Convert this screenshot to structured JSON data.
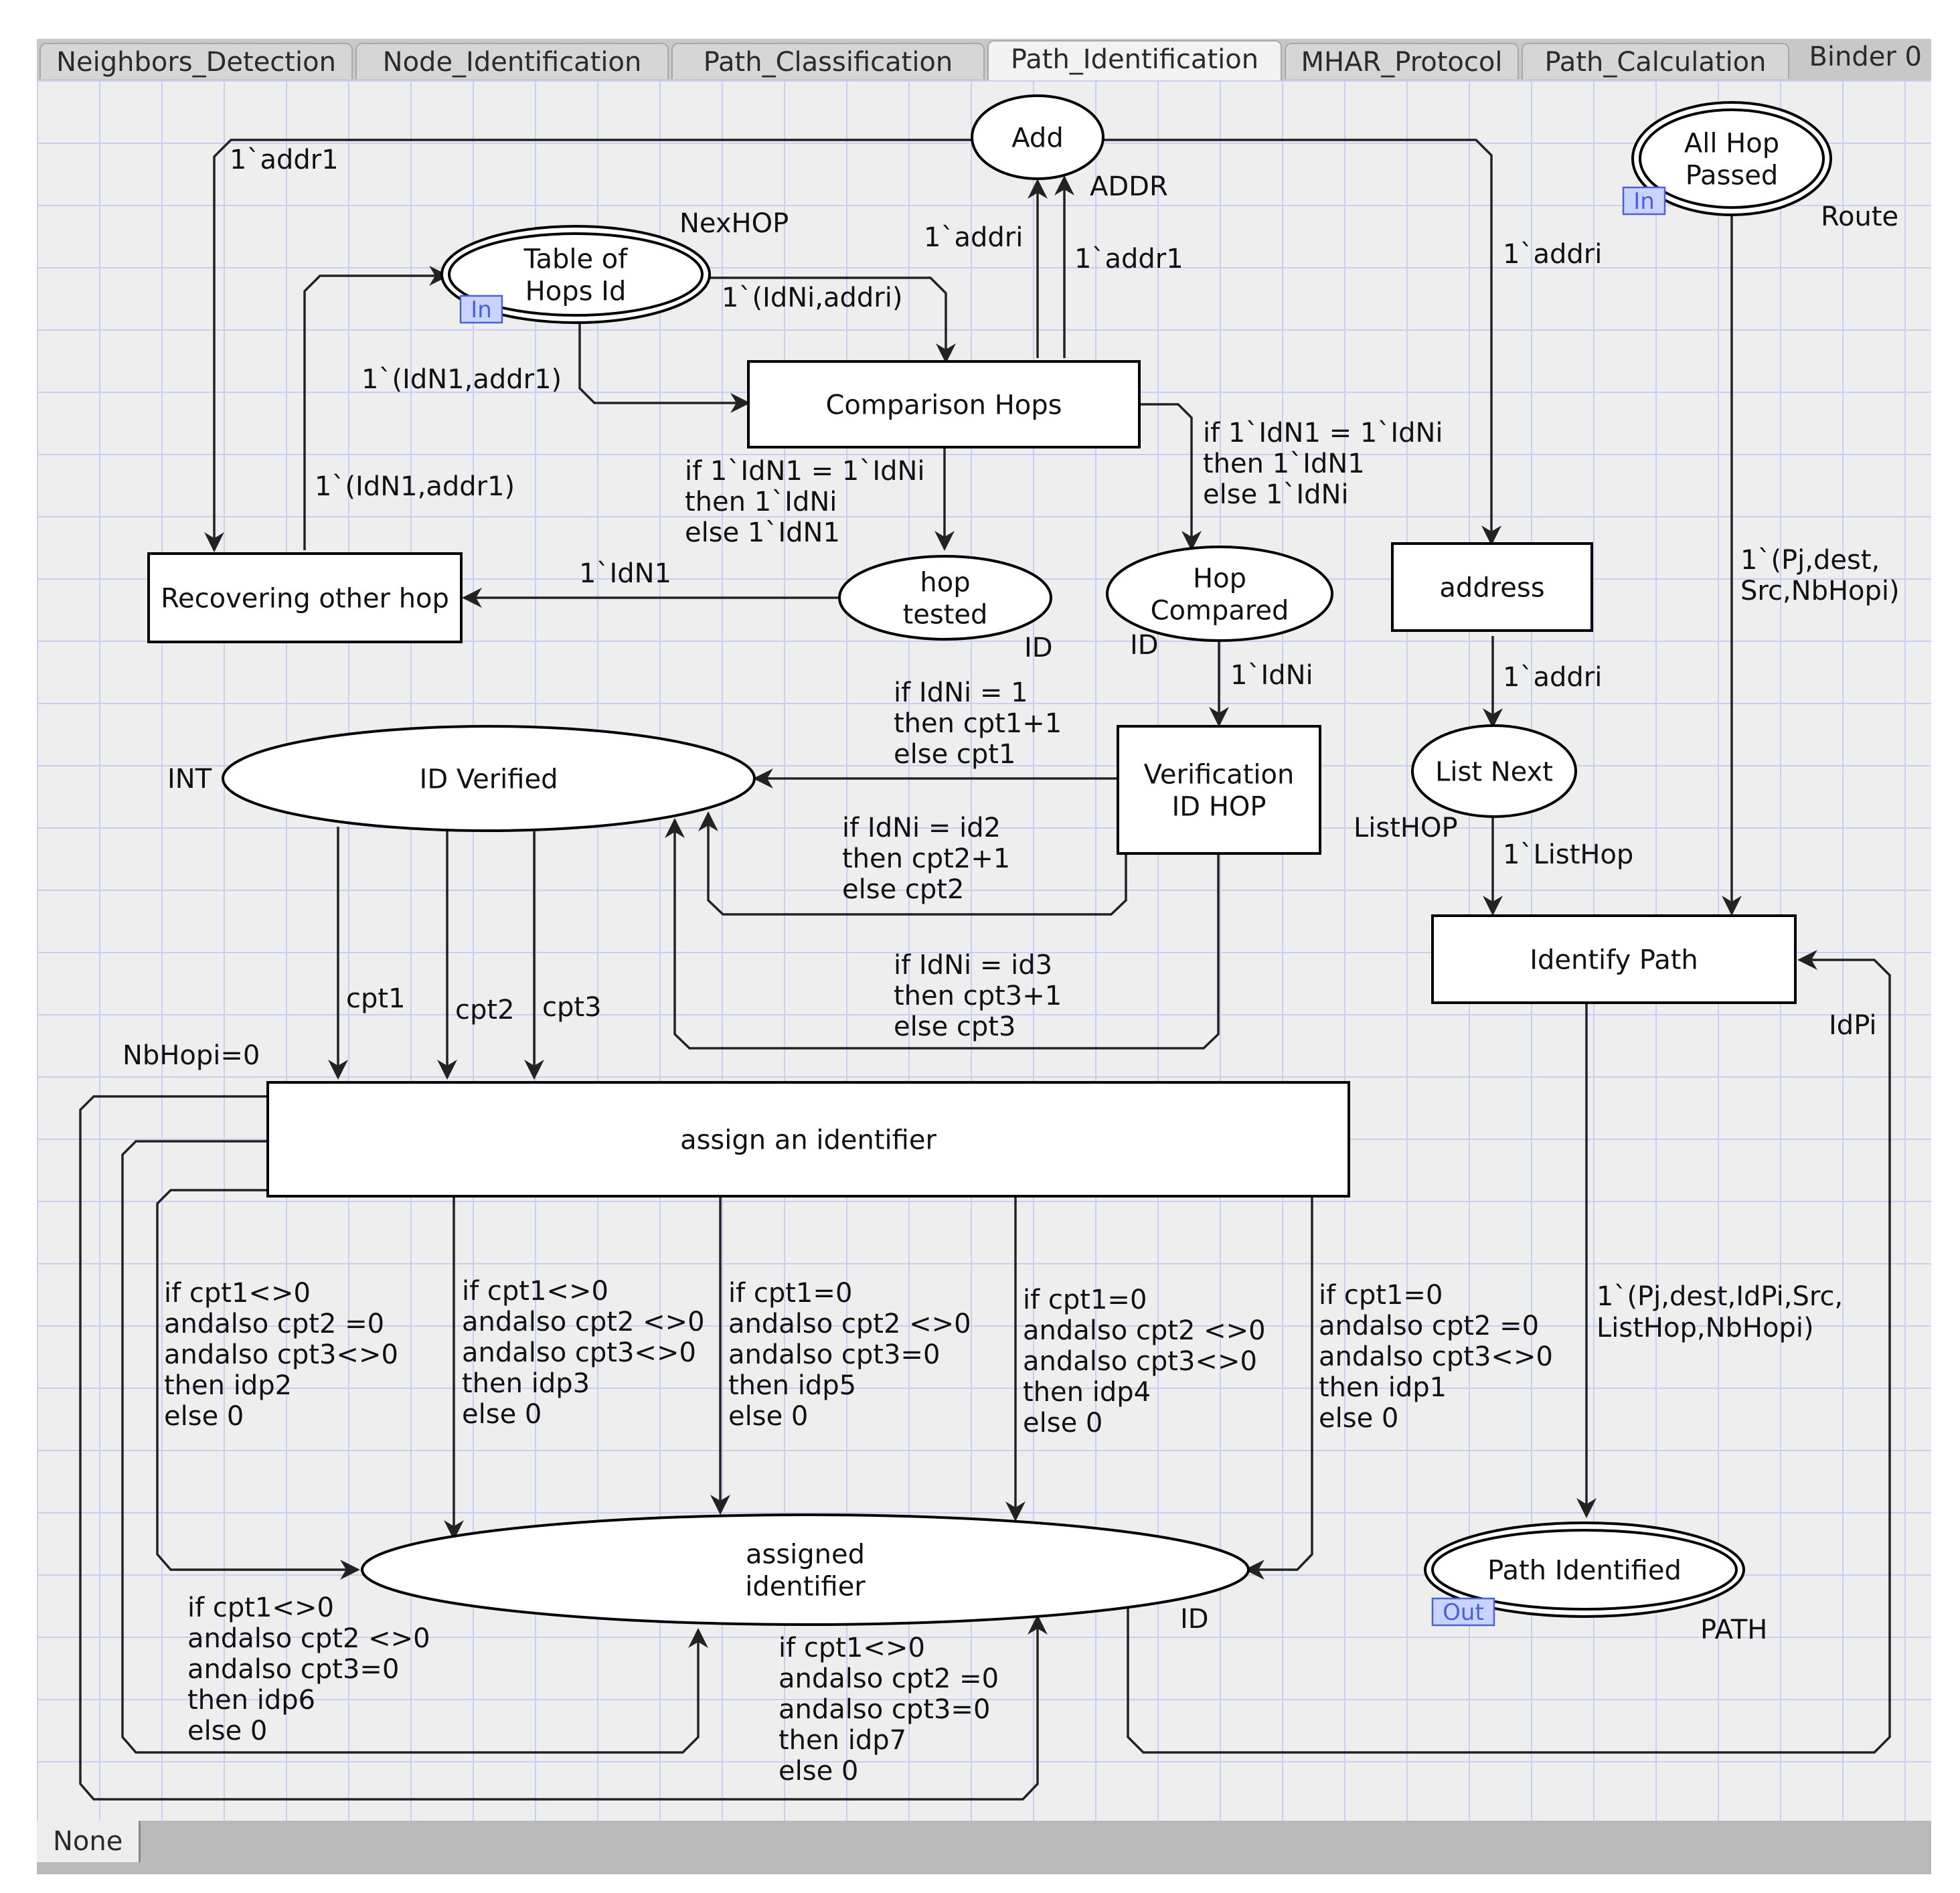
{
  "tabs": [
    "Neighbors_Detection",
    "Node_Identification",
    "Path_Classification",
    "Path_Identification",
    "MHAR_Protocol",
    "Path_Calculation"
  ],
  "active_tab": "Path_Identification",
  "binder_label": "Binder 0",
  "status_tab": "None",
  "places": {
    "add": {
      "label": "Add",
      "colorset": "ADDR"
    },
    "all_hop_passed": {
      "label": [
        "All Hop",
        "Passed"
      ],
      "port": "In",
      "colorset": "Route"
    },
    "table_hops": {
      "label": [
        "Table of",
        "Hops Id"
      ],
      "port": "In",
      "colorset": "NexHOP"
    },
    "hop_tested": {
      "label": [
        "hop",
        "tested"
      ],
      "colorset": "ID"
    },
    "hop_compared": {
      "label": [
        "Hop",
        "Compared"
      ],
      "colorset": "ID"
    },
    "id_verified": {
      "label": "ID Verified",
      "colorset": "INT"
    },
    "list_next": {
      "label": "List Next",
      "colorset": "ListHOP"
    },
    "assigned_identifier": {
      "label": [
        "assigned",
        "identifier"
      ],
      "colorset": "ID"
    },
    "path_identified": {
      "label": "Path Identified",
      "port": "Out",
      "colorset": "PATH"
    }
  },
  "transitions": {
    "comparison_hops": "Comparison Hops",
    "recovering": "Recovering other hop",
    "address": "address",
    "verification": [
      "Verification",
      "ID HOP"
    ],
    "identify_path": "Identify Path",
    "assign": "assign an identifier"
  },
  "arc_labels": {
    "add_to_recovering": [
      "1`addr1"
    ],
    "table_to_comparison": [
      "1`(IdNi,addri)"
    ],
    "comparison_table_in": [
      "1`(IdN1,addr1)"
    ],
    "comparison_to_add_i": [
      "1`addri"
    ],
    "comparison_to_add_1": [
      "1`addr1"
    ],
    "add_to_address": [
      "1`addri"
    ],
    "recovering_to_table": [
      "1`(IdN1,addr1)"
    ],
    "comparison_to_hop_tested": [
      "if 1`IdN1 = 1`IdNi",
      "then 1`IdNi",
      "else 1`IdN1"
    ],
    "comparison_to_hop_compared": [
      "if 1`IdN1 = 1`IdNi",
      "then 1`IdN1",
      "else 1`IdNi"
    ],
    "hop_tested_to_recovering": [
      "1`IdN1"
    ],
    "hop_compared_to_verification": [
      "1`IdNi"
    ],
    "address_to_list_next": [
      "1`addri"
    ],
    "list_next_to_identify": [
      "1`ListHop"
    ],
    "route_to_identify": [
      "1`(Pj,dest,",
      "Src,NbHopi)"
    ],
    "verification_cpt1": [
      "if IdNi = 1",
      "then cpt1+1",
      "else cpt1"
    ],
    "verification_cpt2": [
      "if IdNi = id2",
      "then cpt2+1",
      "else cpt2"
    ],
    "verification_cpt3": [
      "if IdNi = id3",
      "then cpt3+1",
      "else cpt3"
    ],
    "cpt1": [
      "cpt1"
    ],
    "cpt2": [
      "cpt2"
    ],
    "cpt3": [
      "cpt3"
    ],
    "guard": [
      "NbHopi=0"
    ],
    "idpi": [
      "IdPi"
    ],
    "identify_to_path": [
      "1`(Pj,dest,IdPi,Src,",
      "ListHop,NbHopi)"
    ],
    "assign_idp2": [
      "if cpt1<>0",
      "andalso cpt2 =0",
      "andalso cpt3<>0",
      "then idp2",
      "else 0"
    ],
    "assign_idp3": [
      "if cpt1<>0",
      "andalso cpt2 <>0",
      "andalso cpt3<>0",
      "then idp3",
      "else 0"
    ],
    "assign_idp5": [
      "if cpt1=0",
      "andalso cpt2 <>0",
      "andalso cpt3=0",
      "then idp5",
      "else 0"
    ],
    "assign_idp4": [
      "if cpt1=0",
      "andalso cpt2 <>0",
      "andalso cpt3<>0",
      "then idp4",
      "else 0"
    ],
    "assign_idp1": [
      "if cpt1=0",
      "andalso cpt2 =0",
      "andalso cpt3<>0",
      "then idp1",
      "else 0"
    ],
    "assign_idp6": [
      "if cpt1<>0",
      "andalso cpt2 <>0",
      "andalso cpt3=0",
      "then idp6",
      "else 0"
    ],
    "assign_idp7": [
      "if cpt1<>0",
      "andalso cpt2 =0",
      "andalso cpt3=0",
      "then idp7",
      "else 0"
    ]
  }
}
